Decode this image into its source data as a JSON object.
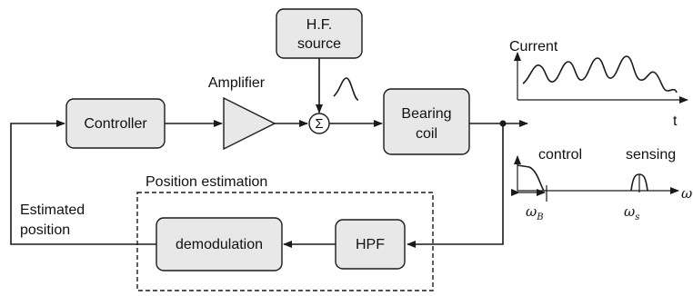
{
  "blocks": {
    "hf_source_line1": "H.F.",
    "hf_source_line2": "source",
    "controller": "Controller",
    "amplifier": "Amplifier",
    "sum_symbol": "Σ",
    "bearing_coil_line1": "Bearing",
    "bearing_coil_line2": "coil",
    "hpf": "HPF",
    "demodulation": "demodulation"
  },
  "group": {
    "title": "Position estimation"
  },
  "feedback": {
    "line1": "Estimated",
    "line2": "position"
  },
  "current_plot": {
    "y_label": "Current",
    "x_label": "t"
  },
  "spectrum_plot": {
    "control_label": "control",
    "sensing_label": "sensing",
    "axis_label": "ω",
    "omega_b": "ω",
    "omega_b_sub": "B",
    "omega_s": "ω",
    "omega_s_sub": "s"
  }
}
